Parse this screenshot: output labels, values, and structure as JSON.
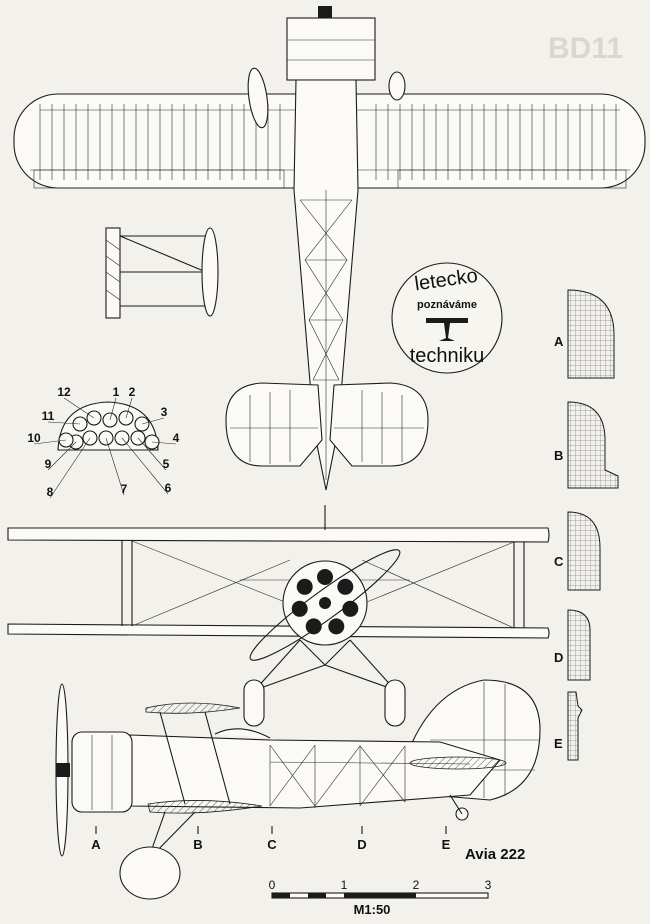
{
  "aircraft_name": "Avia 222",
  "scale_label": "M1:50",
  "scale_ticks": [
    "0",
    "1",
    "2",
    "3"
  ],
  "station_labels": [
    "A",
    "B",
    "C",
    "D",
    "E"
  ],
  "instrument_numbers": [
    "1",
    "2",
    "3",
    "4",
    "5",
    "6",
    "7",
    "8",
    "9",
    "10",
    "11",
    "12"
  ],
  "stamp": {
    "top": "letecko",
    "middle": "poznáváme",
    "bottom": "techniku"
  },
  "corner_mark": "BD11"
}
